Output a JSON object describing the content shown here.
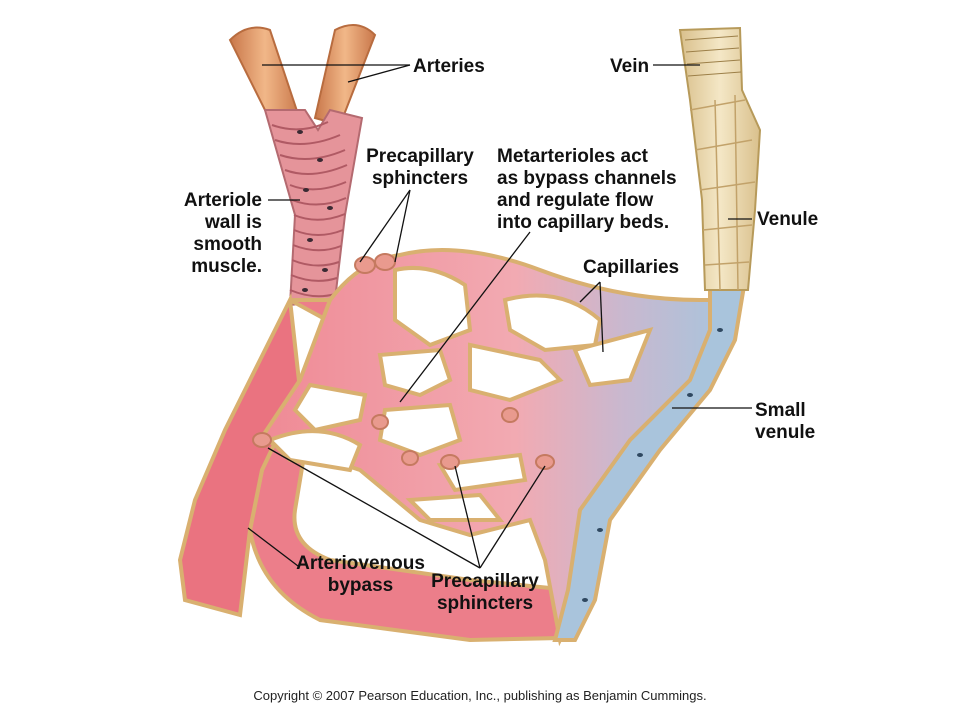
{
  "labels": {
    "arteries": "Arteries",
    "vein": "Vein",
    "precapillary_top": [
      "Precapillary",
      "sphincters"
    ],
    "metarterioles": [
      "Metarterioles act",
      "as bypass channels",
      "and regulate flow",
      "into capillary beds."
    ],
    "arteriole_wall": [
      "Arteriole",
      "wall is",
      "smooth",
      "muscle."
    ],
    "venule": "Venule",
    "capillaries": "Capillaries",
    "small_venule": [
      "Small",
      "venule"
    ],
    "arteriovenous": [
      "Arteriovenous",
      "bypass"
    ],
    "precapillary_bottom": [
      "Precapillary",
      "sphincters"
    ]
  },
  "copyright": "Copyright © 2007 Pearson Education, Inc., publishing as Benjamin Cummings.",
  "colors": {
    "artery": "#e8a070",
    "arteriole": "#e8909a",
    "capillary_arterial": "#f2a0a8",
    "capillary_venous": "#a9c4dc",
    "vein": "#e6d3a8",
    "vessel_wall": "#d9b070",
    "leader_line": "#111111"
  }
}
